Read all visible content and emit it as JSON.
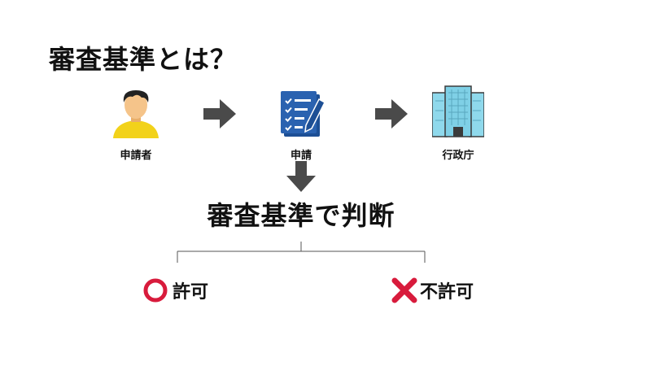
{
  "title": "審査基準とは？",
  "flow": {
    "applicant": {
      "label": "申請者",
      "icon": "person-icon"
    },
    "application": {
      "label": "申請",
      "icon": "document-pen-icon"
    },
    "agency": {
      "label": "行政庁",
      "icon": "office-building-icon"
    }
  },
  "judgement": "審査基準で判断",
  "outcomes": {
    "approve": {
      "label": "許可",
      "icon": "circle-icon",
      "color": "#d81b3c"
    },
    "deny": {
      "label": "不許可",
      "icon": "cross-icon",
      "color": "#d81b3c"
    }
  },
  "colors": {
    "arrow": "#4a4a4a",
    "person_skin": "#f5c48a",
    "person_shirt": "#f2d21a",
    "person_hair": "#222222",
    "document_blue": "#2a62b0",
    "building_blue": "#7fd0e6"
  }
}
